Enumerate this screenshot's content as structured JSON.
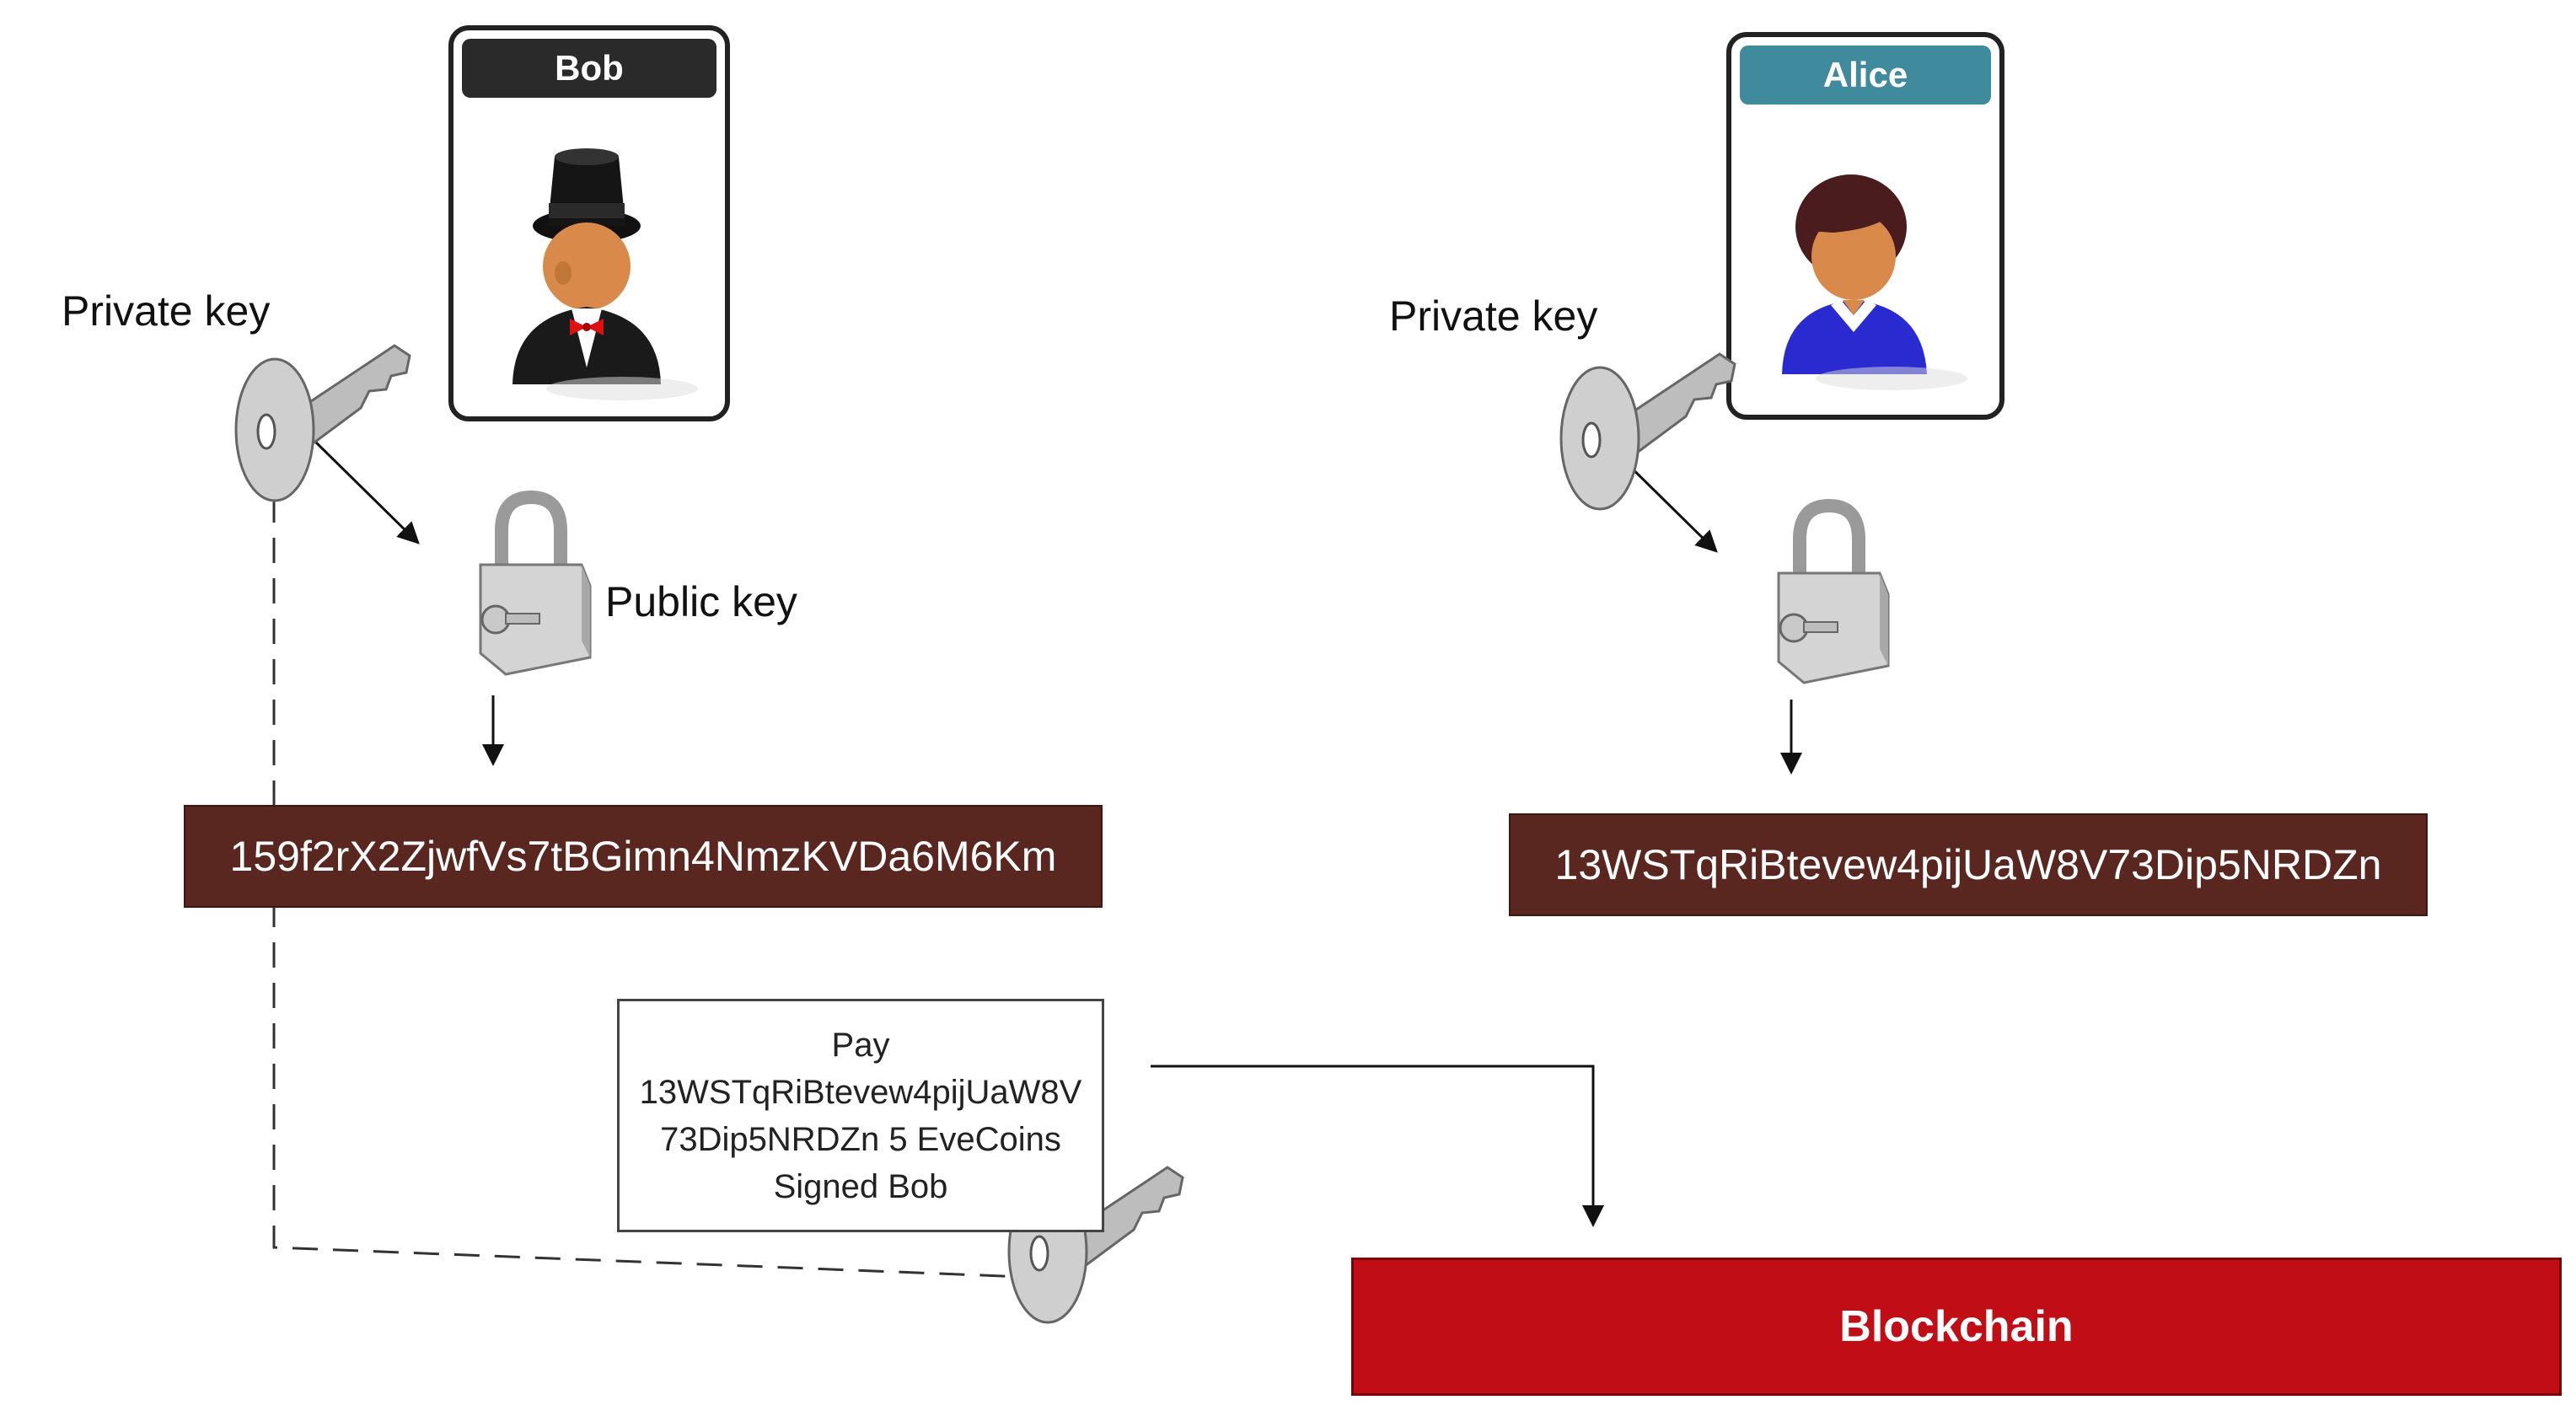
{
  "bob": {
    "name": "Bob",
    "header_color": "#2a2a2a",
    "private_key_label": "Private key",
    "public_key_label": "Public key",
    "address": "159f2rX2ZjwfVs7tBGimn4NmzKVDa6M6Km"
  },
  "alice": {
    "name": "Alice",
    "header_color": "#3f8a9c",
    "private_key_label": "Private key",
    "address": "13WSTqRiBtevew4pijUaW8V73Dip5NRDZn"
  },
  "transaction": {
    "line1": "Pay",
    "line2": "13WSTqRiBtevew4pijUaW8V",
    "line3": "73Dip5NRDZn 5 EveCoins",
    "line4": "Signed Bob"
  },
  "blockchain": {
    "label": "Blockchain",
    "color": "#c00d16"
  },
  "colors": {
    "address_box": "#5a2620",
    "key_metal": "#c8c8c8",
    "lock_metal": "#d4d4d4"
  },
  "icons": [
    "key-icon",
    "padlock-icon",
    "avatar-top-hat-icon",
    "avatar-woman-icon"
  ]
}
